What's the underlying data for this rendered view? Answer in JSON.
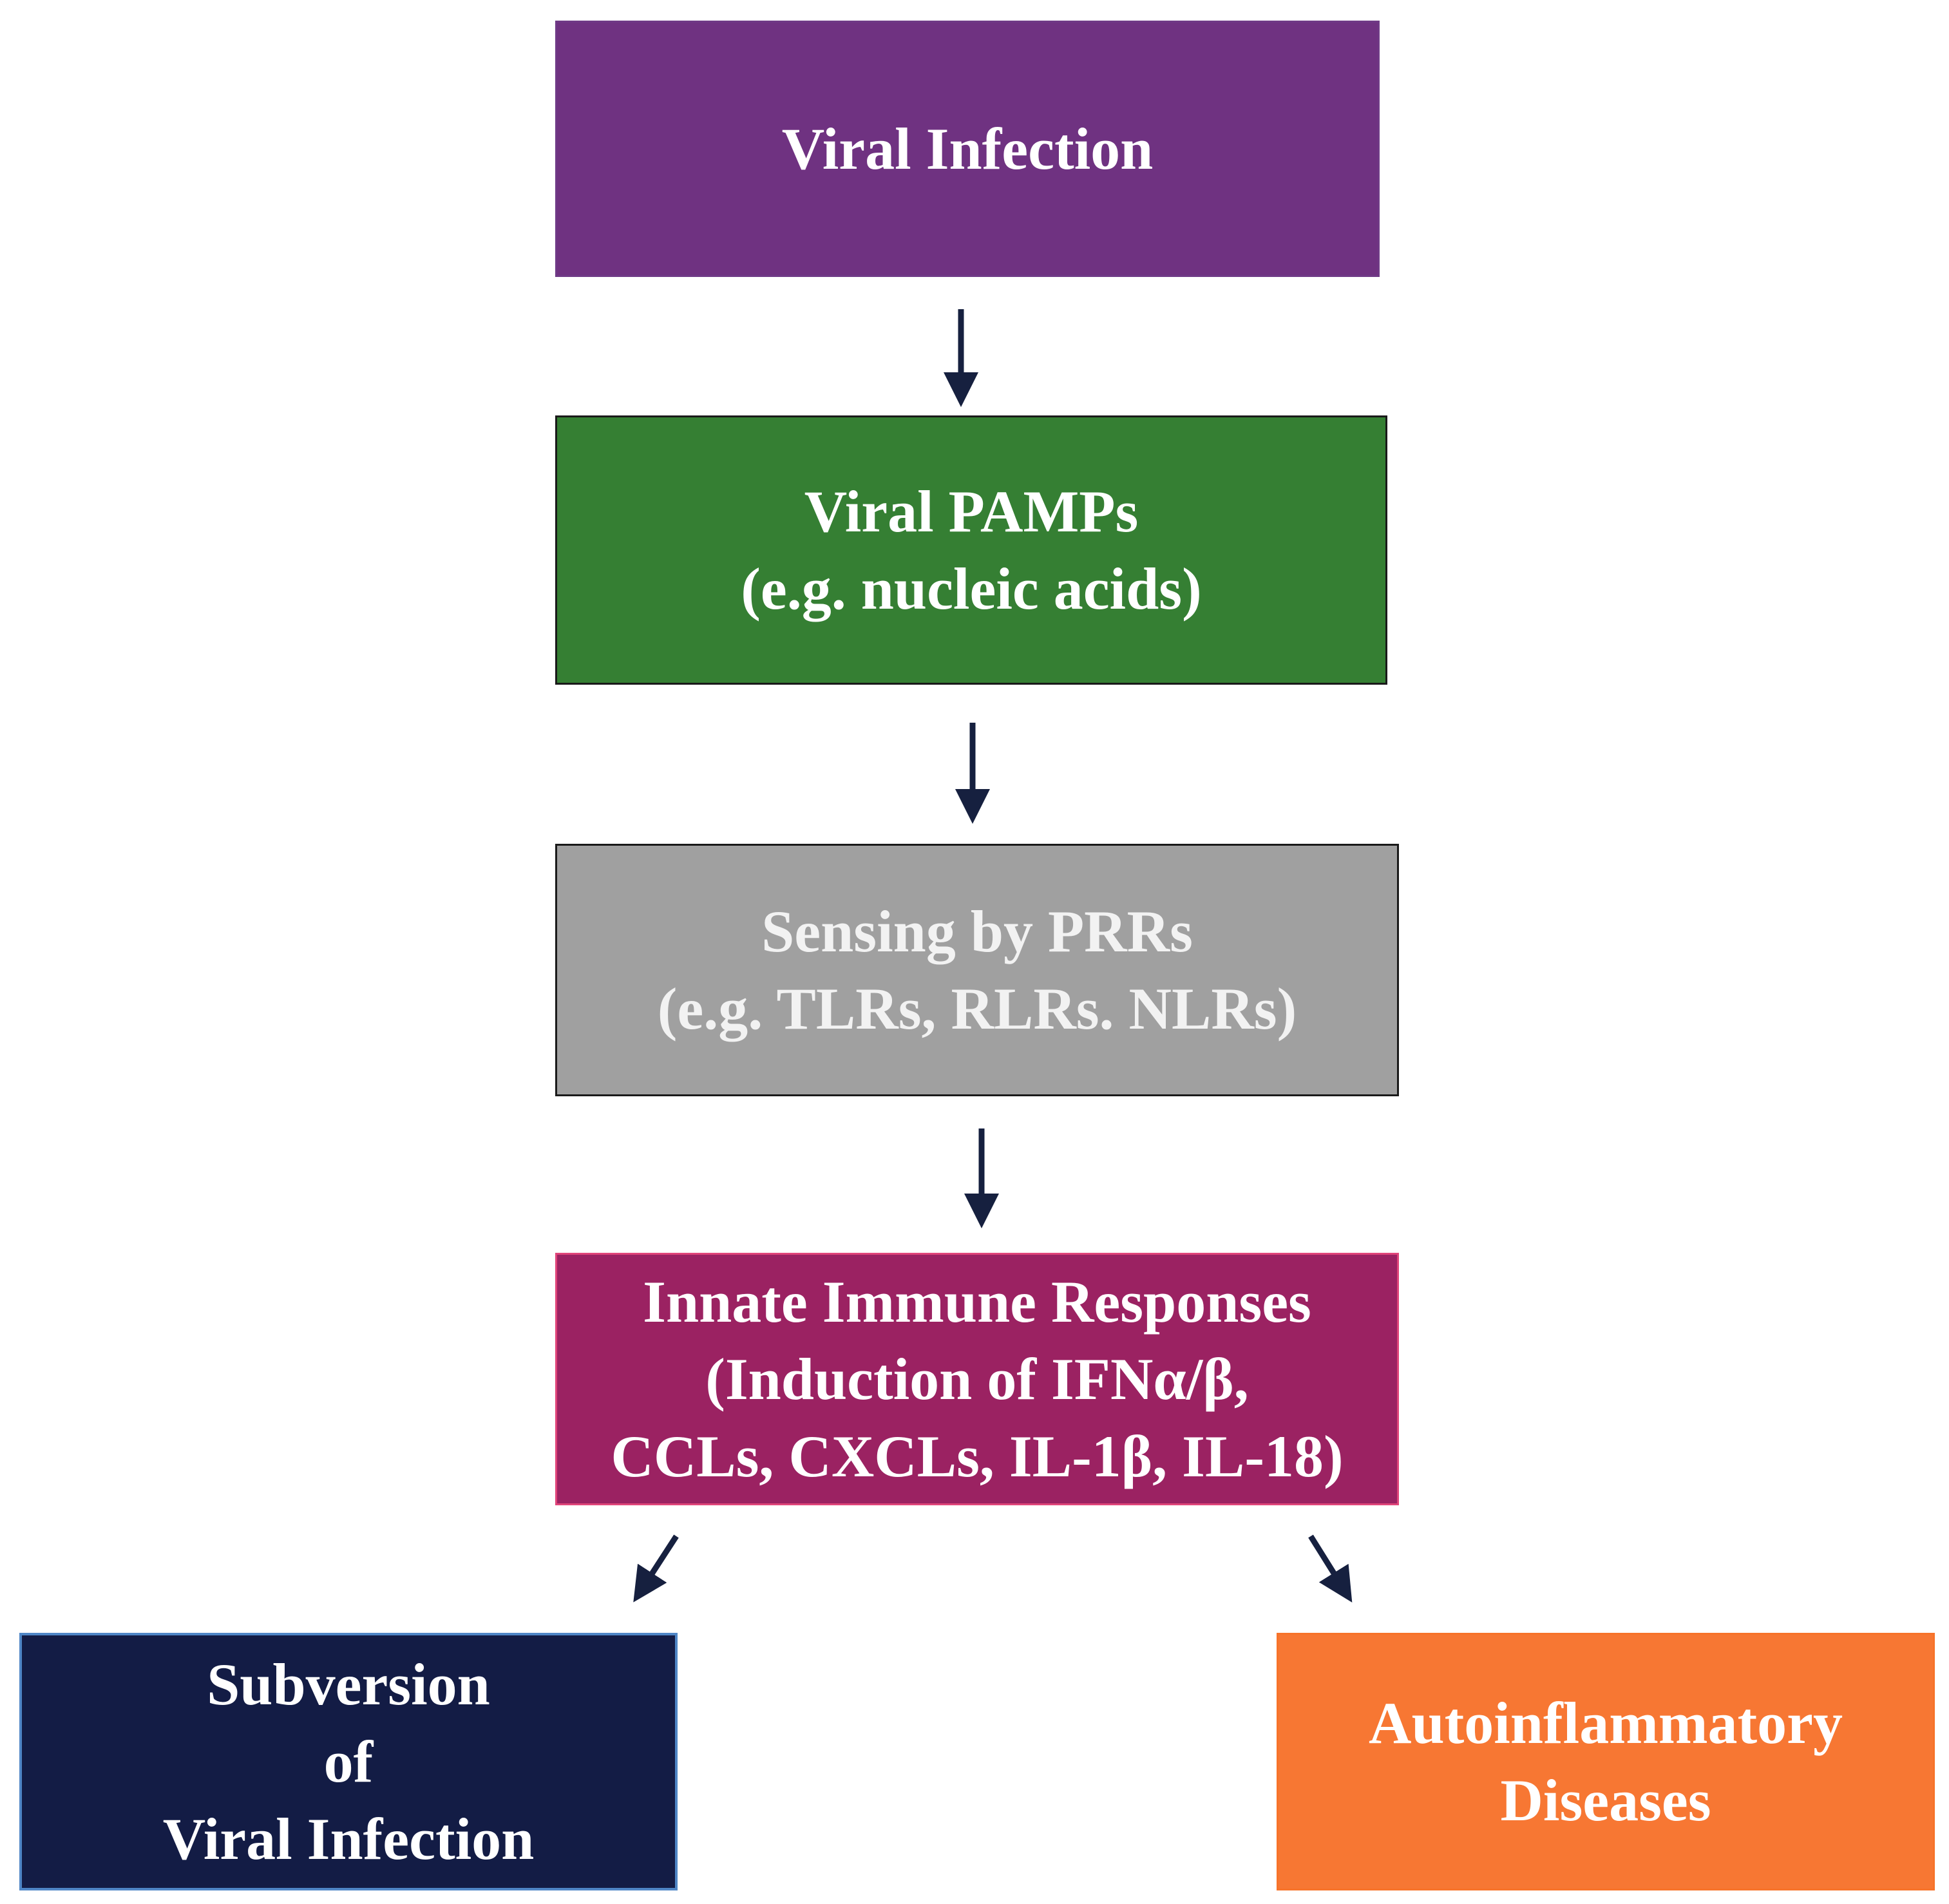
{
  "nodes": {
    "viral_infection": {
      "lines": [
        "Viral Infection"
      ],
      "bg": "#6f3281",
      "text_color": "#ffffff"
    },
    "viral_pamps": {
      "lines": [
        "Viral PAMPs",
        "(e.g.  nucleic acids)"
      ],
      "bg": "#357f33",
      "text_color": "#ffffff"
    },
    "sensing_prrs": {
      "lines": [
        "Sensing by PRRs",
        "(e.g. TLRs, RLRs. NLRs)"
      ],
      "bg": "#a0a0a0",
      "text_color": "#f2f2f2"
    },
    "innate_immune": {
      "lines": [
        "Innate Immune Responses",
        "(Induction of IFNα/β,",
        "CCLs, CXCLs, IL-1β, IL-18)"
      ],
      "bg": "#9b2262",
      "text_color": "#ffffff"
    },
    "subversion": {
      "lines": [
        "Subversion",
        "of",
        "Viral Infection"
      ],
      "bg": "#131c45",
      "text_color": "#ffffff"
    },
    "autoinflammatory": {
      "lines": [
        "Autoinflammatory",
        "Diseases"
      ],
      "bg": "#f77733",
      "text_color": "#ffffff"
    }
  },
  "edges": [
    {
      "from": "viral_infection",
      "to": "viral_pamps"
    },
    {
      "from": "viral_pamps",
      "to": "sensing_prrs"
    },
    {
      "from": "sensing_prrs",
      "to": "innate_immune"
    },
    {
      "from": "innate_immune",
      "to": "subversion"
    },
    {
      "from": "innate_immune",
      "to": "autoinflammatory"
    }
  ],
  "arrow_color": "#16203f"
}
